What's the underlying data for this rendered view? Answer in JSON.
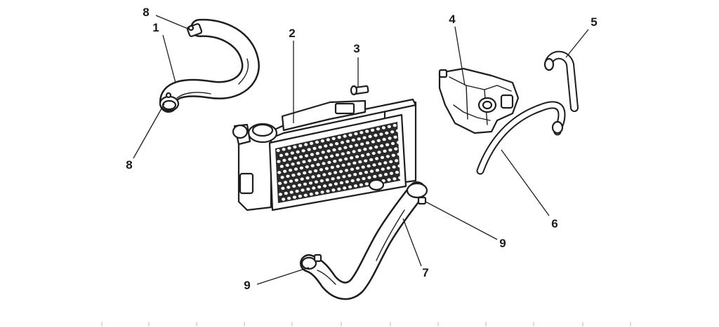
{
  "callouts": [
    {
      "id": "8a",
      "label": "8"
    },
    {
      "id": "1",
      "label": "1"
    },
    {
      "id": "8b",
      "label": "8"
    },
    {
      "id": "2",
      "label": "2"
    },
    {
      "id": "3",
      "label": "3"
    },
    {
      "id": "4",
      "label": "4"
    },
    {
      "id": "5",
      "label": "5"
    },
    {
      "id": "6",
      "label": "6"
    },
    {
      "id": "9a",
      "label": "9"
    },
    {
      "id": "7",
      "label": "7"
    },
    {
      "id": "9b",
      "label": "9"
    }
  ]
}
